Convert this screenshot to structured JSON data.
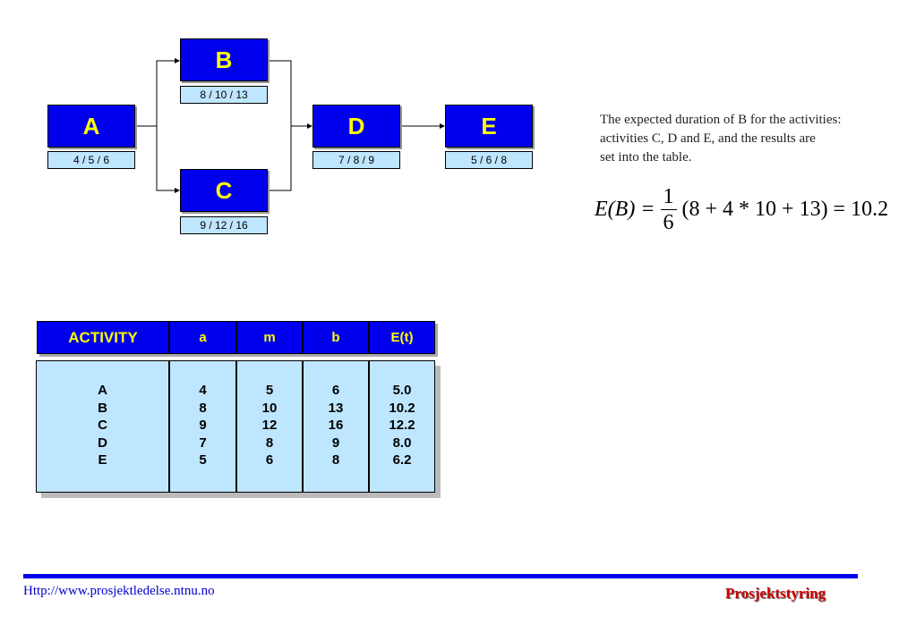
{
  "nodes": {
    "a": {
      "label": "A",
      "estimates": "4 / 5 / 6"
    },
    "b": {
      "label": "B",
      "estimates": "8 / 10 / 13"
    },
    "c": {
      "label": "C",
      "estimates": "9 / 12 / 16"
    },
    "d": {
      "label": "D",
      "estimates": "7 / 8 / 9"
    },
    "e": {
      "label": "E",
      "estimates": "5 / 6 / 8"
    }
  },
  "description": {
    "line1": "The expected duration of B for the activities:",
    "line2": "activities C, D and E, and the results are",
    "line3": "set into the table."
  },
  "formula": {
    "lhs": "E(B) =",
    "numerator": "1",
    "denominator": "6",
    "rhs": "(8 + 4 * 10 + 13) = 10.2"
  },
  "table": {
    "headers": {
      "activity": "ACTIVITY",
      "a": "a",
      "m": "m",
      "b": "b",
      "et": "E(t)"
    },
    "activity": [
      "A",
      "B",
      "C",
      "D",
      "E"
    ],
    "a": [
      "4",
      "8",
      "9",
      "7",
      "5"
    ],
    "m": [
      "5",
      "10",
      "12",
      "8",
      "6"
    ],
    "b": [
      "6",
      "13",
      "16",
      "9",
      "8"
    ],
    "et": [
      "5.0",
      "10.2",
      "12.2",
      "8.0",
      "6.2"
    ]
  },
  "footer": {
    "url": "Http://www.prosjektledelse.ntnu.no",
    "brand": "Prosjektstyring"
  },
  "colors": {
    "node_fill": "#0000ee",
    "node_text": "#ffff00",
    "estimate_fill": "#bfe6ff",
    "brand": "#cc0000"
  }
}
